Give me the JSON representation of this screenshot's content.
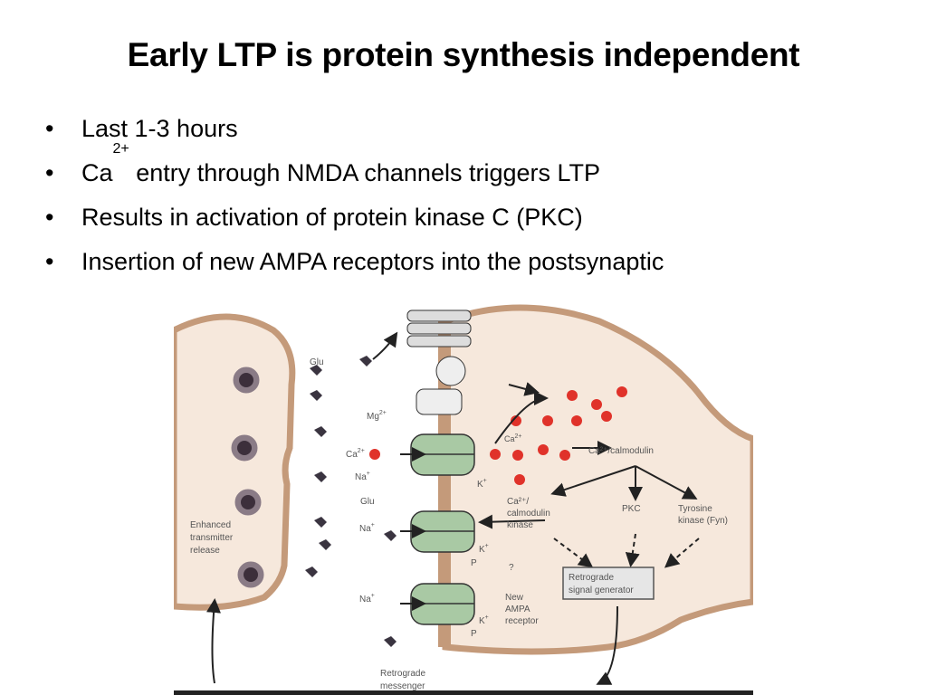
{
  "slide": {
    "title": "Early LTP is protein synthesis independent",
    "bullets": [
      {
        "text": "Last 1-3 hours"
      },
      {
        "prefix": "Ca",
        "sup": "2+",
        "text": " entry through NMDA channels triggers LTP"
      },
      {
        "text": "Results in activation of protein kinase C (PKC)"
      },
      {
        "text": "Insertion of new AMPA receptors into the postsynaptic"
      }
    ],
    "bullet_glyph": "•"
  },
  "figure": {
    "labels": {
      "glu_top": "Glu",
      "mg": "Mg",
      "mg_sup": "2+",
      "ca_left": "Ca",
      "ca_left_sup": "2+",
      "na1": "Na",
      "na1_sup": "+",
      "glu2": "Glu",
      "na2": "Na",
      "na2_sup": "+",
      "na3": "Na",
      "na3_sup": "+",
      "k1": "K",
      "k1_sup": "+",
      "k2": "K",
      "k2_sup": "+",
      "k3": "K",
      "k3_sup": "+",
      "p1": "P",
      "p2": "P",
      "ca_inside": "Ca",
      "ca_inside_sup": "2+",
      "ca_calmodulin": "Ca²⁺/calmodulin",
      "camk_1": "Ca²⁺/",
      "camk_2": "calmodulin",
      "camk_3": "kinase",
      "pkc": "PKC",
      "tyr_1": "Tyrosine",
      "tyr_2": "kinase (Fyn)",
      "question": "?",
      "retro_1": "Retrograde",
      "retro_2": "signal generator",
      "new_ampa_1": "New",
      "new_ampa_2": "AMPA",
      "new_ampa_3": "receptor",
      "enh_1": "Enhanced",
      "enh_2": "transmitter",
      "enh_3": "release",
      "messenger_1": "Retrograde",
      "messenger_2": "messenger"
    },
    "colors": {
      "cytoplasm": "#f6e8dc",
      "membrane": "#c49a7a",
      "calcium": "#e0322a",
      "channel": "#a9c9a4",
      "glutamate": "#3a3440"
    }
  }
}
